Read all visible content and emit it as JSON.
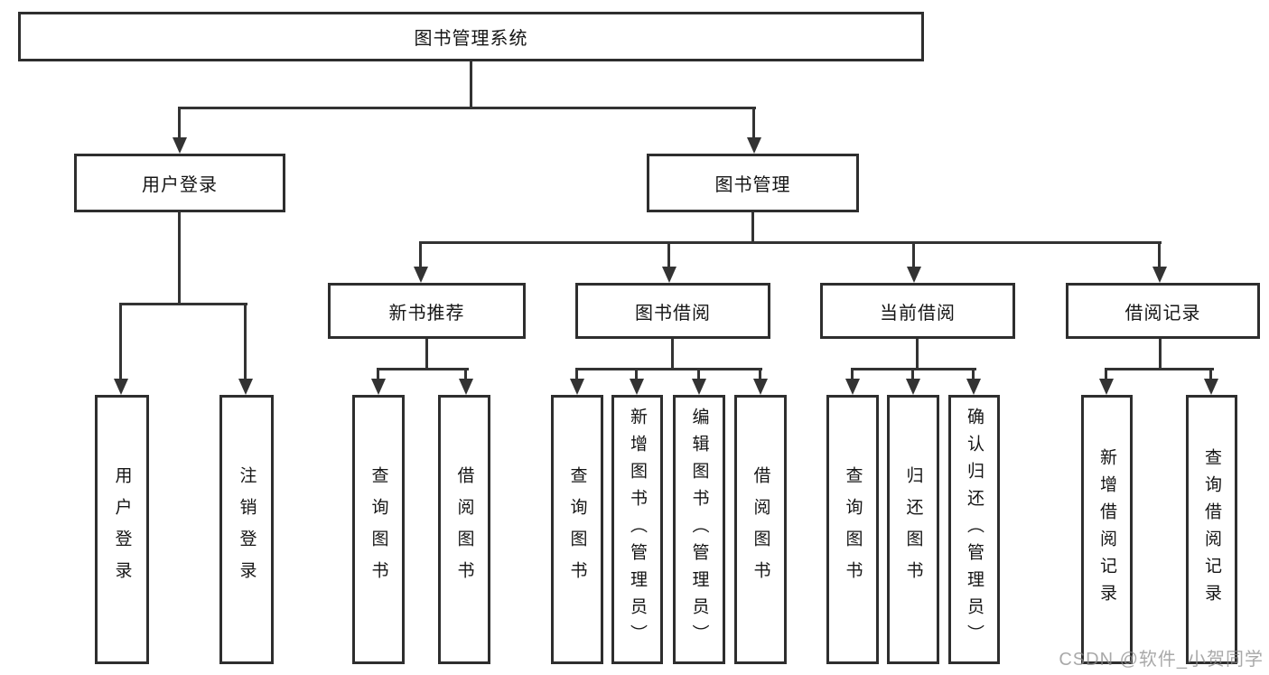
{
  "nodes": {
    "root": "图书管理系统",
    "l2": [
      "用户登录",
      "图书管理"
    ],
    "l3": [
      "新书推荐",
      "图书借阅",
      "当前借阅",
      "借阅记录"
    ],
    "leaves": [
      "用户登录",
      "注销登录",
      "查询图书",
      "借阅图书",
      "查询图书",
      "新增图书（管理员）",
      "编辑图书（管理员）",
      "借阅图书",
      "查询图书",
      "归还图书",
      "确认归还（管理员）",
      "新增借阅记录",
      "查询借阅记录"
    ]
  },
  "watermark": "CSDN @软件_小贺同学",
  "colors": {
    "line": "#333333",
    "box_border": "#2e2e2e",
    "text": "#151515",
    "watermark_text": "#8c8c8c",
    "background": "#ffffff"
  }
}
